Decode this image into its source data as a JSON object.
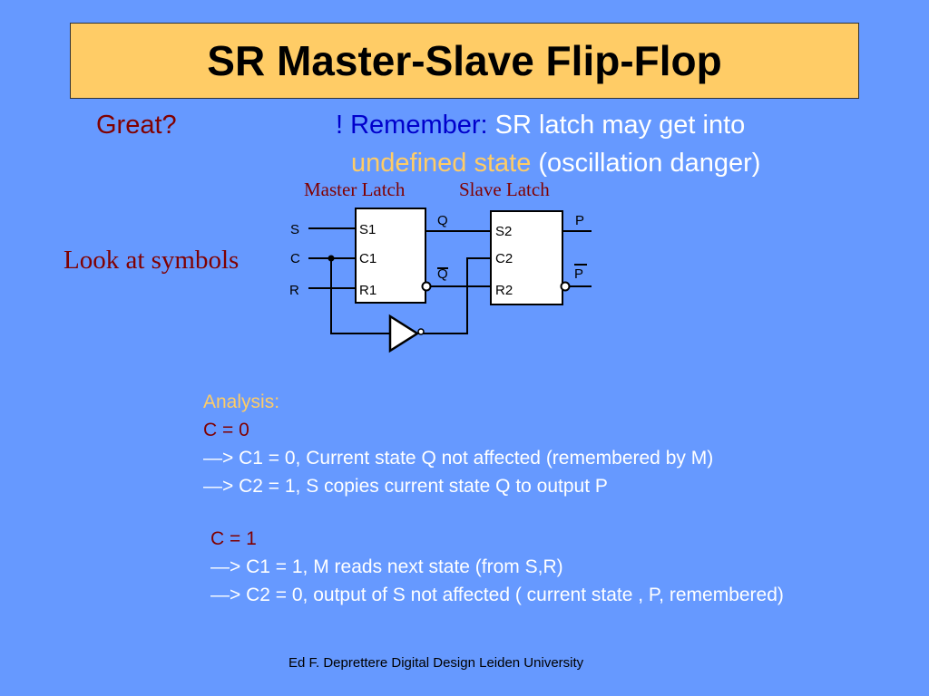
{
  "title": "SR Master-Slave Flip-Flop",
  "great": "Great?",
  "remember": {
    "prefix": "! Remember:",
    "text1": " SR latch may get into",
    "highlight": "undefined state",
    "text2": " (oscillation danger)"
  },
  "latch_labels": {
    "master": "Master Latch",
    "slave": "Slave Latch"
  },
  "look_at_symbols": "Look at symbols",
  "circuit": {
    "inputs": {
      "s": "S",
      "c": "C",
      "r": "R"
    },
    "master_pins": {
      "s": "S1",
      "c": "C1",
      "r": "R1"
    },
    "slave_pins": {
      "s": "S2",
      "c": "C2",
      "r": "R2"
    },
    "master_outputs": {
      "q": "Q",
      "qbar": "Q"
    },
    "slave_outputs": {
      "p": "P",
      "pbar": "P"
    }
  },
  "analysis": {
    "heading": "Analysis:",
    "case0": "C = 0",
    "case0_line1": "—> C1 = 0, Current state Q not affected (remembered by M)",
    "case0_line2": "—> C2 = 1, S  copies current state Q to output P",
    "case1": "C = 1",
    "case1_line1": "—> C1 = 1, M  reads next state (from S,R)",
    "case1_line2": "—> C2 = 0, output of S not affected ( current state , P, remembered)"
  },
  "footer": "Ed F. Deprettere  Digital Design  Leiden University"
}
